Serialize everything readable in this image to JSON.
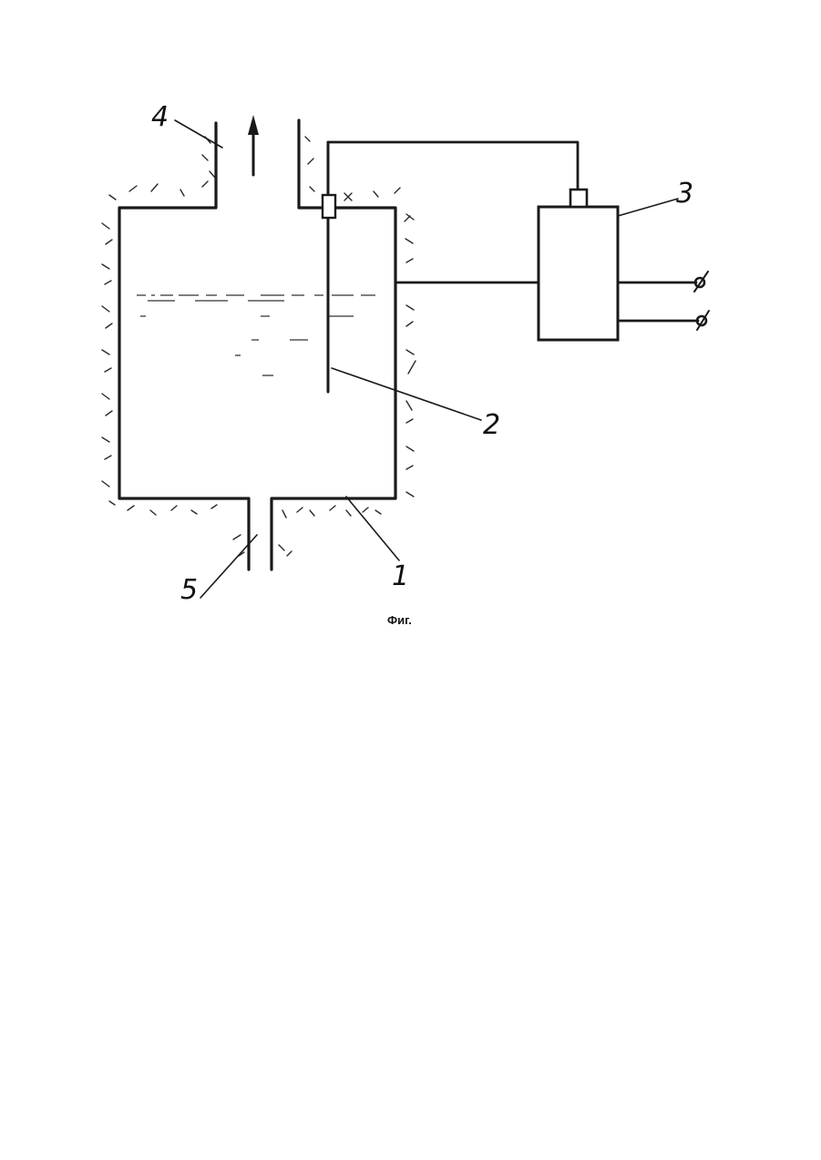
{
  "figure": {
    "caption": "Фиг.",
    "labels": {
      "vessel": "1",
      "electrode": "2",
      "control_unit": "3",
      "outlet_pipe": "4",
      "inlet_pipe": "5"
    },
    "flow_arrow": "up-arrow",
    "terminal_icon": "terminal-icon"
  }
}
